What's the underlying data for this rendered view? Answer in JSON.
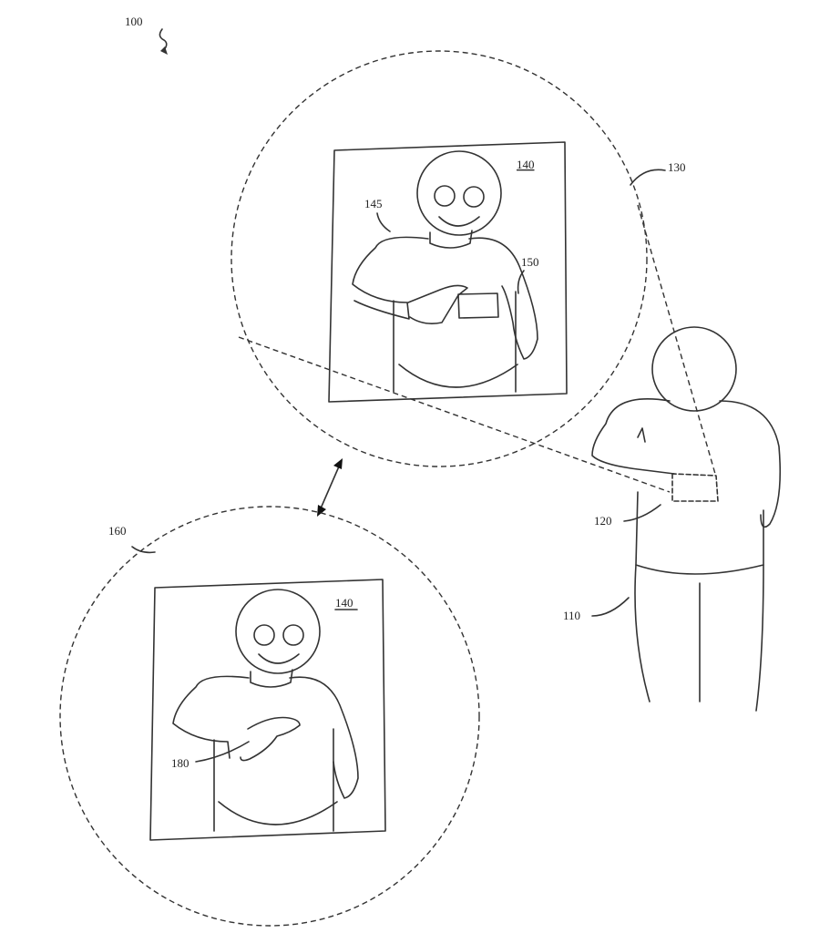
{
  "figure": {
    "labels": {
      "system": "100",
      "view_upper": "130",
      "display_upper": "140",
      "body_upper": "145",
      "device_upper": "150",
      "user": "110",
      "device_user": "120",
      "view_lower": "160",
      "display_lower": "140",
      "hand_lower": "180"
    }
  }
}
